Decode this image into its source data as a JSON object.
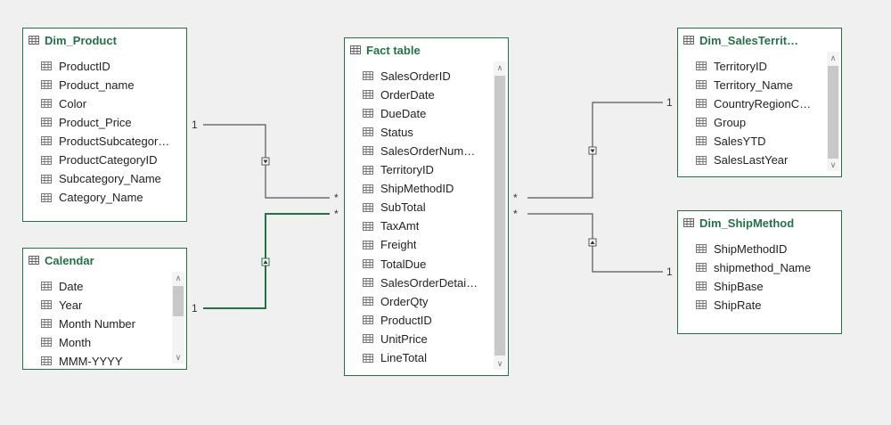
{
  "tables": {
    "dim_product": {
      "title": "Dim_Product",
      "fields": [
        "ProductID",
        "Product_name",
        "Color",
        "Product_Price",
        "ProductSubcategor…",
        "ProductCategoryID",
        "Subcategory_Name",
        "Category_Name"
      ]
    },
    "calendar": {
      "title": "Calendar",
      "fields": [
        "Date",
        "Year",
        "Month Number",
        "Month",
        "MMM-YYYY"
      ]
    },
    "fact_table": {
      "title": "Fact table",
      "fields": [
        "SalesOrderID",
        "OrderDate",
        "DueDate",
        "Status",
        "SalesOrderNum…",
        "TerritoryID",
        "ShipMethodID",
        "SubTotal",
        "TaxAmt",
        "Freight",
        "TotalDue",
        "SalesOrderDetai…",
        "OrderQty",
        "ProductID",
        "UnitPrice",
        "LineTotal"
      ]
    },
    "dim_salesterritory": {
      "title": "Dim_SalesTerrit…",
      "fields": [
        "TerritoryID",
        "Territory_Name",
        "CountryRegionC…",
        "Group",
        "SalesYTD",
        "SalesLastYear"
      ]
    },
    "dim_shipmethod": {
      "title": "Dim_ShipMethod",
      "fields": [
        "ShipMethodID",
        "shipmethod_Name",
        "ShipBase",
        "ShipRate"
      ]
    }
  },
  "relationships": {
    "product_fact": {
      "one": "1",
      "many": "*"
    },
    "calendar_fact": {
      "one": "1",
      "many": "*"
    },
    "territory_fact": {
      "one": "1",
      "many": "*"
    },
    "shipmethod_fact": {
      "one": "1",
      "many": "*"
    }
  },
  "icons": {
    "table": "table-grid-icon",
    "field": "field-grid-icon",
    "direction": "filter-direction-icon"
  },
  "colors": {
    "accent": "#217346",
    "selected_relationship": "#217346",
    "relationship": "#555555",
    "background": "#f0f0f0"
  }
}
